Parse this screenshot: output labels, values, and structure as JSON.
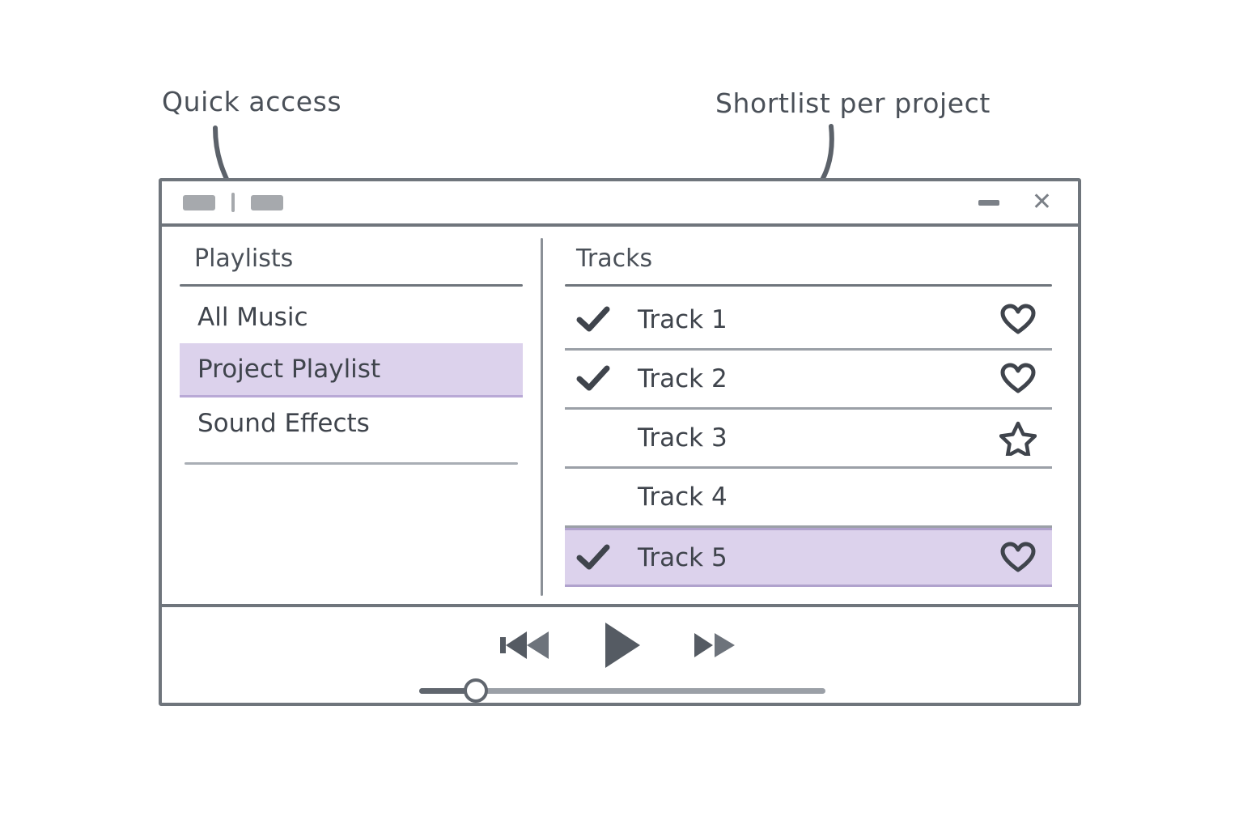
{
  "annotations": [
    {
      "id": "quick-access",
      "text": "Quick access"
    },
    {
      "id": "shortlist",
      "text": "Shortlist per project"
    }
  ],
  "window": {
    "title_bar": {
      "quick_access_chips": [
        "chip-left",
        "chip-right"
      ],
      "divider": "|",
      "controls": {
        "minimize_label": "—",
        "close_label": "✕"
      }
    },
    "playlists_panel": {
      "heading": "Playlists",
      "items": [
        {
          "label": "All Music",
          "selected": false
        },
        {
          "label": "Project Playlist",
          "selected": true
        },
        {
          "label": "Sound Effects",
          "selected": false
        }
      ]
    },
    "tracks_panel": {
      "heading": "Tracks",
      "rows": [
        {
          "label": "Track 1",
          "checked": true,
          "mark": "heart-icon",
          "selected": false
        },
        {
          "label": "Track 2",
          "checked": true,
          "mark": "heart-icon",
          "selected": false
        },
        {
          "label": "Track 3",
          "checked": false,
          "mark": "star-icon",
          "selected": false
        },
        {
          "label": "Track 4",
          "checked": false,
          "mark": "none",
          "selected": false
        },
        {
          "label": "Track 5",
          "checked": true,
          "mark": "heart-icon",
          "selected": true
        }
      ]
    },
    "player": {
      "rewind_label": "rewind-icon",
      "play_label": "play-icon",
      "forward_label": "fast-forward-icon",
      "progress_percent": 14
    }
  },
  "colors": {
    "highlight": "#dcd2ec",
    "ink": "#3f444c",
    "line": "#6f757c",
    "chip": "#a6a9ad"
  }
}
